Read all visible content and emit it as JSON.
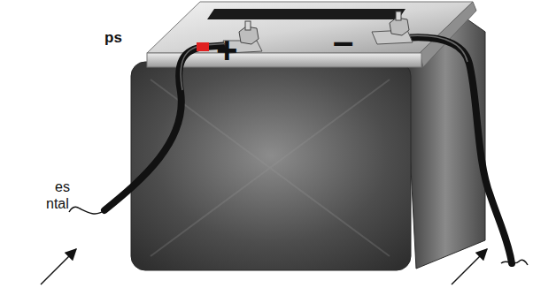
{
  "diagram": {
    "labels": [
      "ps",
      "es",
      "ntal",
      "+",
      "–"
    ]
  }
}
